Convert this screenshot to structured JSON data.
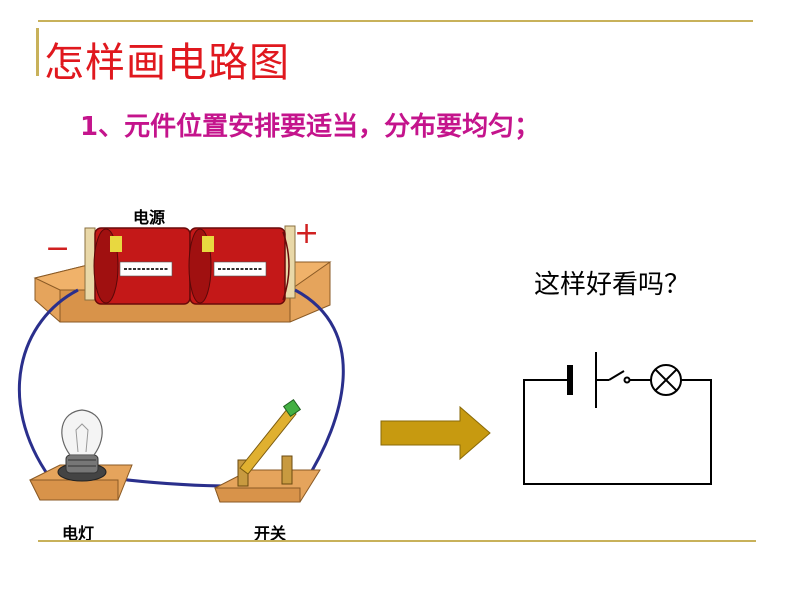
{
  "slide": {
    "title": "怎样画电路图",
    "point": "1、元件位置安排要适当，分布要均匀；",
    "question": "这样好看吗？"
  },
  "labels": {
    "power": "电源",
    "lamp": "电灯",
    "switch": "开关",
    "minus": "−",
    "plus": "+"
  },
  "colors": {
    "title": "#e0181e",
    "point": "#c4148c",
    "rule": "#c8b15a",
    "wire": "#2a2f8c",
    "battery": "#c41818",
    "board": "#e5a45c",
    "arrow": "#c79a10"
  }
}
